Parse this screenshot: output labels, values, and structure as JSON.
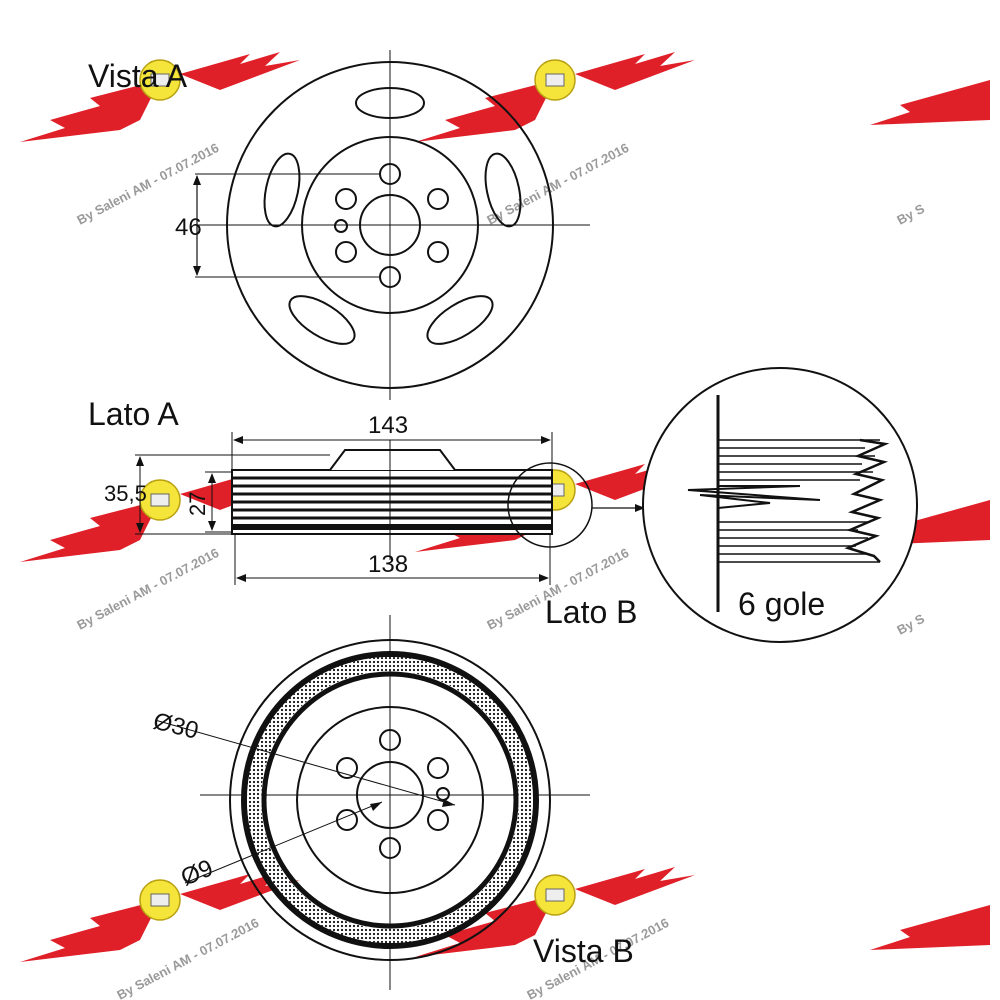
{
  "views": {
    "vista_a": "Vista A",
    "lato_a": "Lato A",
    "lato_b": "Lato B",
    "vista_b": "Vista B"
  },
  "dimensions": {
    "bolt_circle": "46",
    "outer_diameter": "143",
    "belt_diameter": "138",
    "total_width": "35,5",
    "belt_width": "27",
    "hub_diameter": "Ø30",
    "hole_diameter": "Ø9"
  },
  "detail": {
    "grooves": "6 gole"
  },
  "watermark": {
    "text": "By Saleni AM - 07.07.2016",
    "logo_color": "#e02028",
    "badge_color": "#f5e43a"
  }
}
